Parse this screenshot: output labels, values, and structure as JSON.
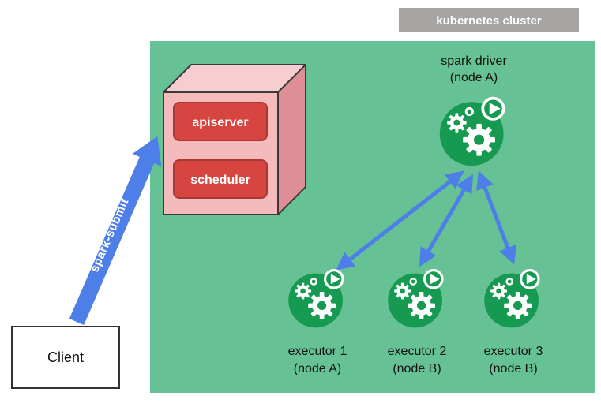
{
  "diagram": {
    "cluster_label": "kubernetes cluster",
    "client_label": "Client",
    "spark_submit_label": "spark-submit",
    "control_plane": {
      "apiserver": "apiserver",
      "scheduler": "scheduler"
    },
    "driver": {
      "title": "spark driver",
      "subtitle": "(node A)"
    },
    "executors": [
      {
        "title": "executor 1",
        "subtitle": "(node A)"
      },
      {
        "title": "executor 2",
        "subtitle": "(node B)"
      },
      {
        "title": "executor 3",
        "subtitle": "(node B)"
      }
    ],
    "icons": {
      "pod_icon": "spark-pod-icon (green blob with gears and play button)",
      "arrow_icon": "double-headed-arrow"
    },
    "colors": {
      "cluster_bg": "#66c295",
      "label_gray": "#a7a5a3",
      "accent_blue": "#4e7fe8",
      "box_red": "#d64540",
      "box_red_border": "#a83934",
      "cube_front": "#f4babc",
      "cube_top": "#f6cdd0",
      "cube_right": "#de8f96",
      "icon_green": "#169a52",
      "text_dark": "#111111"
    }
  }
}
